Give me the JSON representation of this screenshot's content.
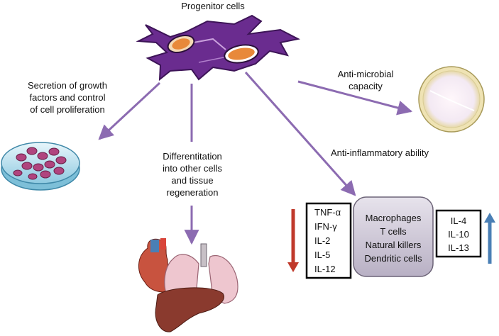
{
  "title": "Progenitor cells",
  "branches": {
    "secretion": "Secretion of growth factors and control of cell proliferation",
    "differentiation": "Differentitation into other cells and tissue regeneration",
    "antimicrobial": "Anti-microbial capacity",
    "antiinflammatory": "Anti-inflammatory ability"
  },
  "secretion_lines": [
    "Secretion of growth",
    "factors and control",
    "of cell proliferation"
  ],
  "differentiation_lines": [
    "Differentitation",
    "into other cells",
    "and tissue",
    "regeneration"
  ],
  "antimicrobial_lines": [
    "Anti-microbial",
    "capacity"
  ],
  "decreased_cytokines": [
    "TNF-α",
    "IFN-γ",
    "IL-2",
    "IL-5",
    "IL-12"
  ],
  "immune_cells": [
    "Macrophages",
    "T cells",
    "Natural killers",
    "Dendritic cells"
  ],
  "increased_cytokines": [
    "IL-4",
    "IL-10",
    "IL-13"
  ],
  "colors": {
    "arrow": "#8c6bb1",
    "cell": "#6a2c8f",
    "nucleus": "#e8893a",
    "down_arrow": "#c0392b",
    "up_arrow": "#4a7fb5",
    "immune_box": "#c9c3d3"
  }
}
